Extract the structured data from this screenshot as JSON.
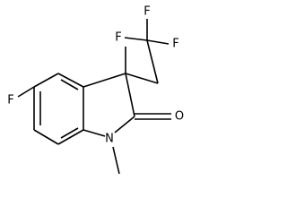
{
  "molecule": {
    "atoms": {
      "f_aromatic": "F",
      "f_cf3_left": "F",
      "f_cf3_top": "F",
      "f_cf3_right": "F",
      "oxygen": "O",
      "nitrogen": "N"
    },
    "colors": {
      "ink": "#000000",
      "background": "#ffffff"
    }
  }
}
